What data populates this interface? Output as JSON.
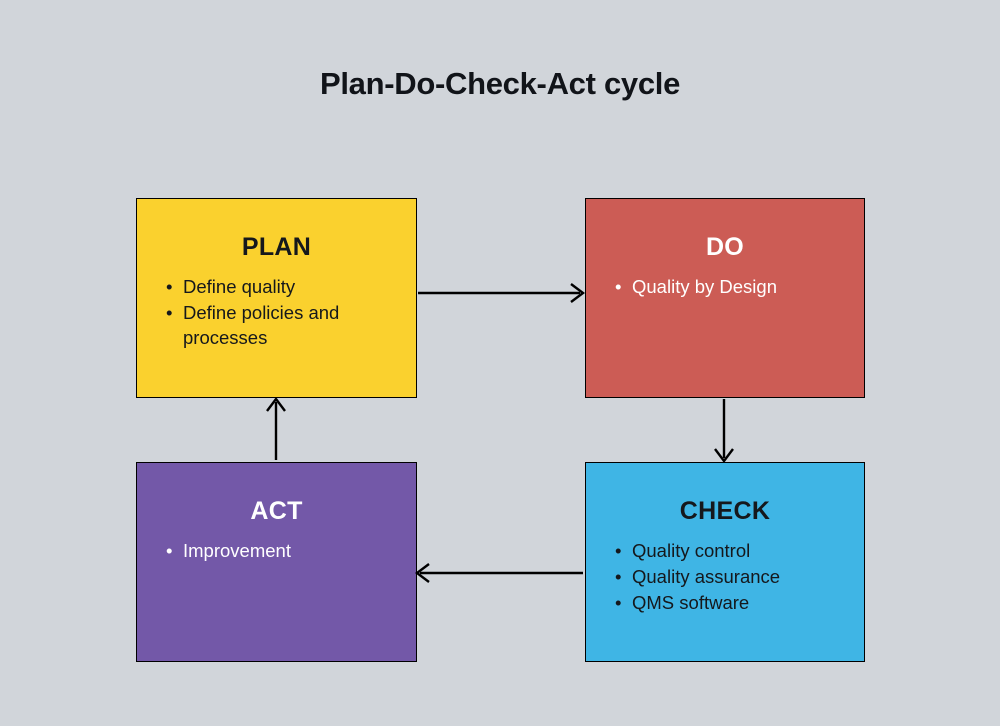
{
  "diagram": {
    "title": "Plan-Do-Check-Act cycle",
    "background_color": "#d1d5da",
    "bullet_glyph": "•",
    "stages": [
      {
        "id": "plan",
        "label": "PLAN",
        "color": "#fad12e",
        "text_color": "#15181c",
        "items": [
          "Define quality",
          "Define policies and processes"
        ]
      },
      {
        "id": "do",
        "label": "DO",
        "color": "#cc5c55",
        "text_color": "#ffffff",
        "items": [
          "Quality by Design"
        ]
      },
      {
        "id": "check",
        "label": "CHECK",
        "color": "#3fb5e5",
        "text_color": "#15181c",
        "items": [
          "Quality control",
          "Quality assurance",
          "QMS software"
        ]
      },
      {
        "id": "act",
        "label": "ACT",
        "color": "#7358a8",
        "text_color": "#ffffff",
        "items": [
          "Improvement"
        ]
      }
    ],
    "connectors": [
      {
        "id": "plan-to-do",
        "from": "plan",
        "to": "do",
        "direction": "right"
      },
      {
        "id": "do-to-check",
        "from": "do",
        "to": "check",
        "direction": "down"
      },
      {
        "id": "check-to-act",
        "from": "check",
        "to": "act",
        "direction": "left"
      },
      {
        "id": "act-to-plan",
        "from": "act",
        "to": "plan",
        "direction": "up"
      }
    ]
  }
}
